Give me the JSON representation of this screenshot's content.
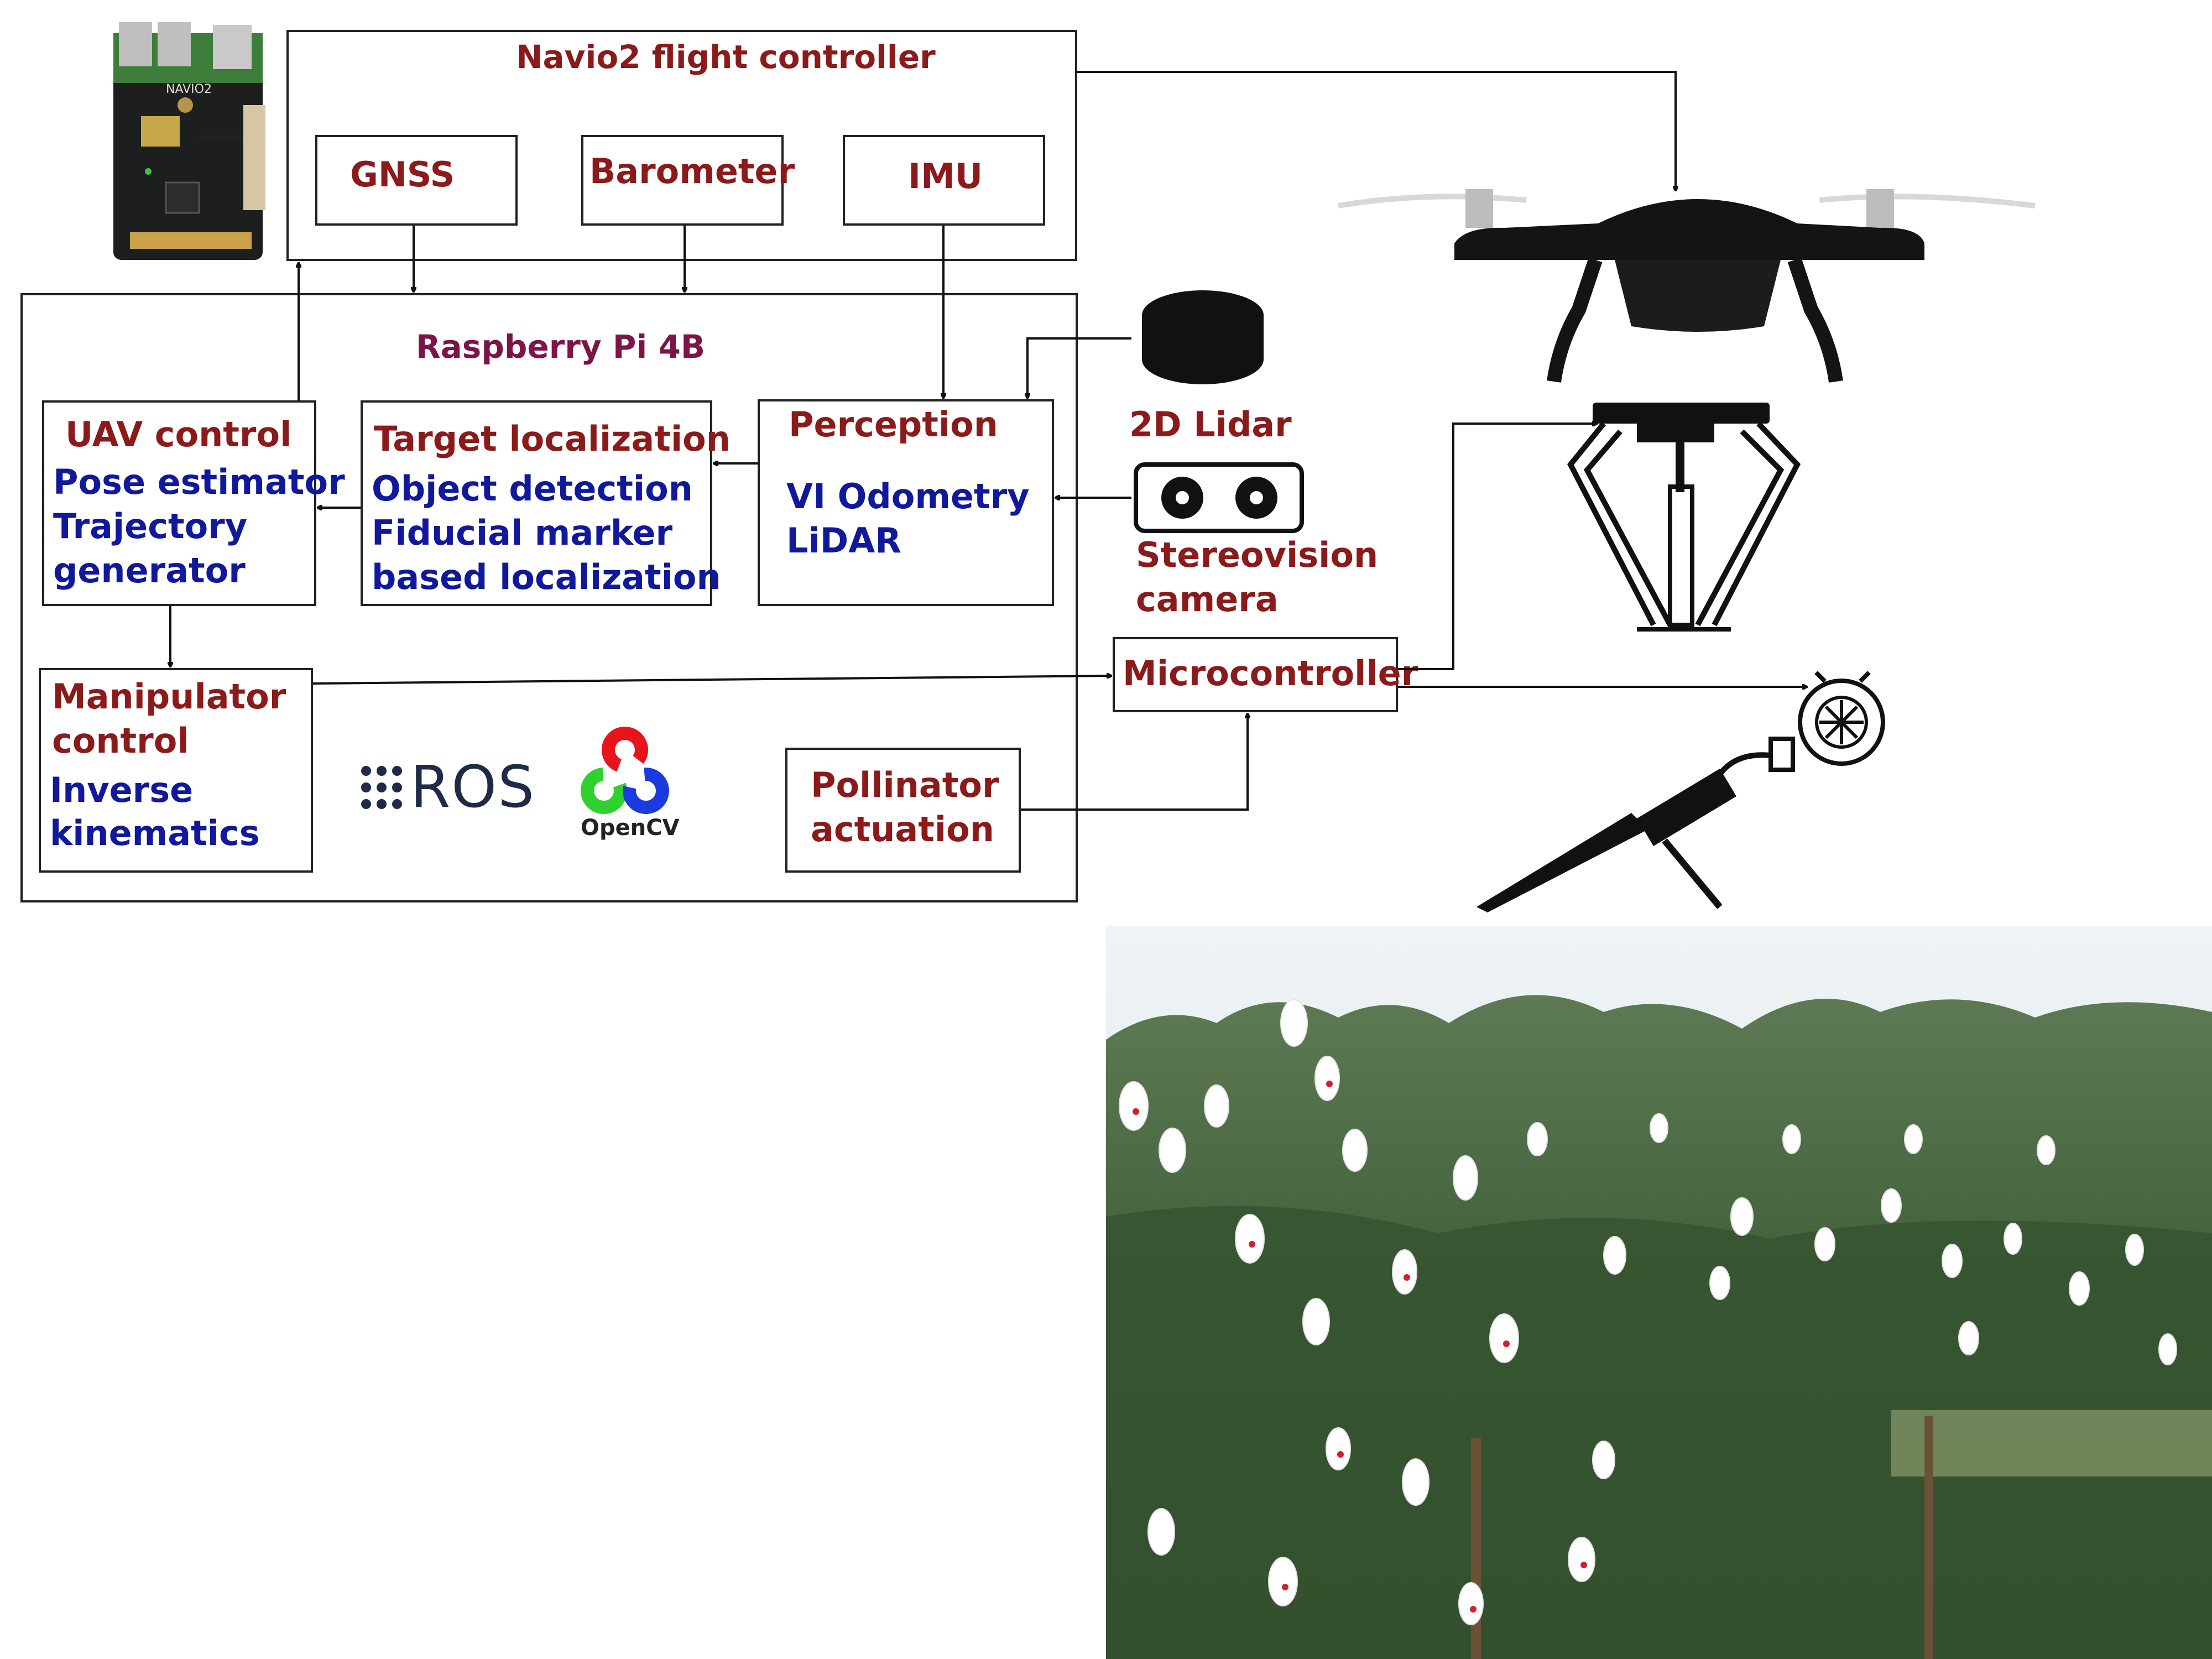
{
  "diagram": {
    "navio": {
      "title": "Navio2 flight controller",
      "gnss": "GNSS",
      "barometer": "Barometer",
      "imu": "IMU"
    },
    "rpi": {
      "title": "Raspberry Pi 4B"
    },
    "uav_control": {
      "title": "UAV control",
      "lines": "Pose estimator\nTrajectory\ngenerator"
    },
    "target_localization": {
      "title": "Target localization",
      "lines": "Object detection\nFiducial marker\nbased localization"
    },
    "perception": {
      "title": "Perception",
      "lines": "VI Odometry\nLiDAR"
    },
    "manipulator_control": {
      "title": "Manipulator\ncontrol",
      "lines": "Inverse\nkinematics"
    },
    "pollinator_actuation": {
      "label": "Pollinator\nactuation"
    },
    "microcontroller": {
      "label": "Microcontroller"
    },
    "lidar": {
      "label": "2D Lidar"
    },
    "stereo_camera": {
      "label": "Stereovision\ncamera"
    },
    "logos": {
      "ros": "ROS",
      "opencv": "OpenCV",
      "board": "NAVIO2"
    },
    "icons": [
      "navio2-board-icon",
      "drone-icon",
      "lidar-icon",
      "stereo-camera-icon",
      "delta-manipulator-icon",
      "blower-icon",
      "pollinator-nozzle-icon",
      "ros-logo",
      "opencv-logo"
    ],
    "colors": {
      "title_red": "#8b1a1a",
      "module_blue": "#10189c",
      "rpi_plum": "#7d1448",
      "box_border": "#222222"
    }
  },
  "photo": {
    "description_icon": "pine-trees-with-pollination-bags-photo"
  }
}
